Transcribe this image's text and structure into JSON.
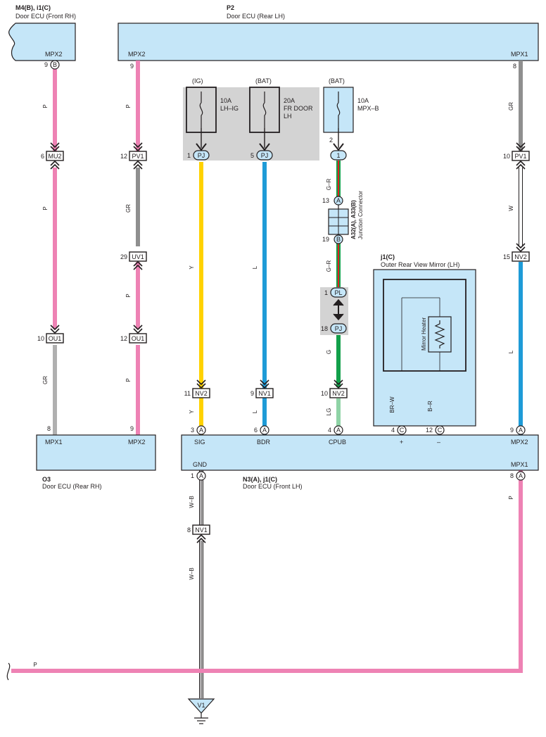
{
  "components": {
    "m4b": {
      "code": "M4(B), i1(C)",
      "name": "Door ECU (Front RH)",
      "terminal": "MPX2",
      "pin": "9",
      "cavity": "B"
    },
    "p2": {
      "code": "P2",
      "name": "Door ECU (Rear LH)",
      "terminals": [
        "MPX2",
        "MPX1"
      ],
      "pins": [
        "9",
        "8"
      ]
    },
    "o3": {
      "code": "O3",
      "name": "Door ECU (Rear RH)",
      "terminals": [
        "MPX1",
        "MPX2"
      ],
      "pins": [
        "8",
        "9"
      ]
    },
    "n3": {
      "code": "N3(A), j1(C)",
      "name": "Door ECU (Front LH)",
      "top_terminals": [
        "SIG",
        "BDR",
        "CPUB",
        "+",
        "–",
        "MPX2"
      ],
      "top_pins": [
        "3",
        "6",
        "4",
        "4",
        "12",
        "9"
      ],
      "top_cavities": [
        "A",
        "A",
        "A",
        "C",
        "C",
        "A"
      ],
      "bottom_terminals": [
        "GND",
        "MPX1"
      ],
      "bottom_pins": [
        "1",
        "8"
      ],
      "bottom_cavities": [
        "A",
        "A"
      ]
    },
    "j1": {
      "code": "j1(C)",
      "name": "Outer Rear View Mirror (LH)",
      "heater": "Mirror Heater"
    },
    "junction": {
      "code": "A32(A), A33(B)",
      "name": "Junction Connector",
      "pins": [
        "13",
        "19"
      ],
      "cavities": [
        "A",
        "B"
      ]
    },
    "ground": {
      "label": "V1"
    }
  },
  "fuses": [
    {
      "supply": "(IG)",
      "rating": "10A",
      "name": "LH–IG",
      "pin": "1",
      "conn": "PJ"
    },
    {
      "supply": "(BAT)",
      "rating": "20A",
      "name": "FR DOOR\nLH",
      "pin": "5",
      "conn": "PJ"
    },
    {
      "supply": "(BAT)",
      "rating": "10A",
      "name": "MPX–B",
      "pin": "2",
      "conn": "1"
    }
  ],
  "connectors": [
    {
      "pin": "6",
      "name": "MU2"
    },
    {
      "pin": "10",
      "name": "OU1"
    },
    {
      "pin": "12",
      "name": "PV1"
    },
    {
      "pin": "29",
      "name": "UV1"
    },
    {
      "pin": "12",
      "name": "OU1"
    },
    {
      "pin": "11",
      "name": "NV2"
    },
    {
      "pin": "9",
      "name": "NV1"
    },
    {
      "pin": "10",
      "name": "NV2"
    },
    {
      "pin": "10",
      "name": "PV1"
    },
    {
      "pin": "15",
      "name": "NV2"
    },
    {
      "pin": "8",
      "name": "NV1"
    }
  ],
  "inline": [
    {
      "pin": "1",
      "name": "PL"
    },
    {
      "pin": "18",
      "name": "PJ"
    }
  ],
  "wire_colors": {
    "w1a": "P",
    "w1b": "P",
    "w1c": "GR",
    "w2a": "P",
    "w2b": "GR",
    "w2c": "P",
    "w2d": "P",
    "w3a": "Y",
    "w3b": "Y",
    "w4a": "L",
    "w4b": "L",
    "w5a": "G–R",
    "w5b": "G–R",
    "w5c": "G",
    "w5d": "LG",
    "w6a": "BR–W",
    "w6b": "B–R",
    "w7a": "GR",
    "w7b": "W",
    "w7c": "L",
    "w8a": "P",
    "w9a": "W–B",
    "w9b": "W–B",
    "w10": "P"
  },
  "colors": {
    "box_fill": "#c5e6f8",
    "fuse_bg": "#d3d3d3",
    "pink": "#ee82b4",
    "gray": "#8f8f8f",
    "yellow": "#ffd200",
    "blue": "#1e9bd7",
    "green": "#12a04a",
    "light_green": "#8fd3a6",
    "brown": "#8b4a2b",
    "red": "#e02020"
  }
}
